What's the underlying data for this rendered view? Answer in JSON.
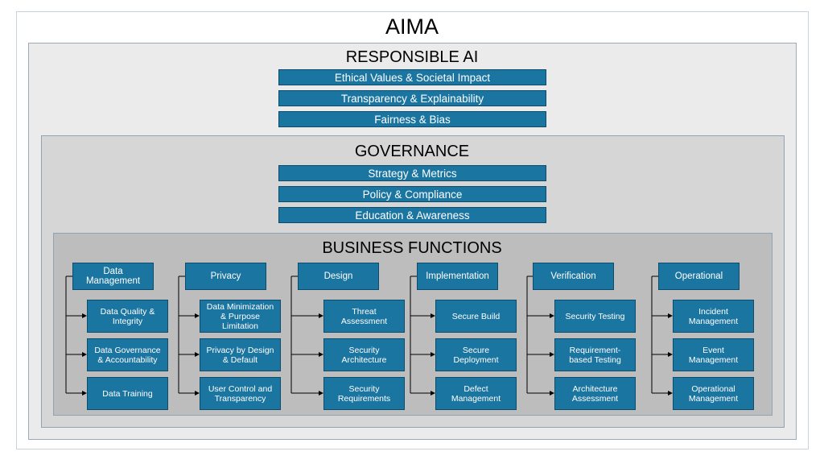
{
  "title": "AIMA",
  "responsible_ai": {
    "title": "RESPONSIBLE AI",
    "items": [
      "Ethical Values & Societal Impact",
      "Transparency & Explainability",
      "Fairness & Bias"
    ]
  },
  "governance": {
    "title": "GOVERNANCE",
    "items": [
      "Strategy & Metrics",
      "Policy & Compliance",
      "Education & Awareness"
    ]
  },
  "business_functions": {
    "title": "BUSINESS FUNCTIONS",
    "columns": [
      {
        "title": "Data\nManagement",
        "items": [
          "Data Quality &\nIntegrity",
          "Data Governance\n& Accountability",
          "Data Training"
        ]
      },
      {
        "title": "Privacy",
        "items": [
          "Data Minimization\n& Purpose\nLimitation",
          "Privacy by Design\n& Default",
          "User Control and\nTransparency"
        ]
      },
      {
        "title": "Design",
        "items": [
          "Threat\nAssessment",
          "Security\nArchitecture",
          "Security\nRequirements"
        ]
      },
      {
        "title": "Implementation",
        "items": [
          "Secure Build",
          "Secure\nDeployment",
          "Defect\nManagement"
        ]
      },
      {
        "title": "Verification",
        "items": [
          "Security Testing",
          "Requirement-\nbased Testing",
          "Architecture\nAssessment"
        ]
      },
      {
        "title": "Operational",
        "items": [
          "Incident\nManagement",
          "Event\nManagement",
          "Operational\nManagement"
        ]
      }
    ]
  }
}
